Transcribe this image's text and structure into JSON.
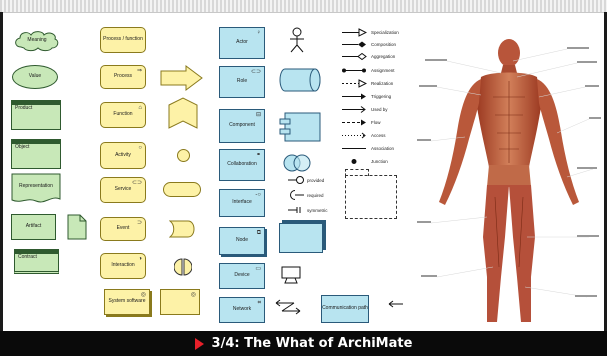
{
  "slide": {
    "title": "3/4: The What of ArchiMate"
  },
  "business": {
    "meaning": "Meaning",
    "value": "Value",
    "product": "Product",
    "object": "Object",
    "representation": "Representation",
    "artifact": "Artifact",
    "contract": "Contract"
  },
  "process": {
    "process_function": "Process / function",
    "process": "Process",
    "function": "Function",
    "activity": "Activity",
    "service": "Service",
    "event": "Event",
    "interaction": "Interaction",
    "system_software": "System software"
  },
  "application": {
    "actor": "Actor",
    "role": "Role",
    "component": "Component",
    "collaboration": "Collaboration",
    "interface": "Interface",
    "node": "Node",
    "device": "Device",
    "network": "Network",
    "communication_path": "Communication path"
  },
  "relations": [
    "Specialization",
    "Composition",
    "Aggregation",
    "Assignment",
    "Realization",
    "Triggering",
    "Used by",
    "Flow",
    "Access",
    "Association",
    "Junction"
  ],
  "interfaces": [
    "provided",
    "required",
    "symmetric"
  ],
  "colors": {
    "footer_bg": "#0a0a0a",
    "marker": "#e8202a",
    "business_green": "#c8e8b8",
    "process_yellow": "#fdf2a7",
    "application_blue": "#b8e4f0"
  },
  "icons": [
    "actor-icon",
    "monitor-icon",
    "anatomy-figure"
  ]
}
